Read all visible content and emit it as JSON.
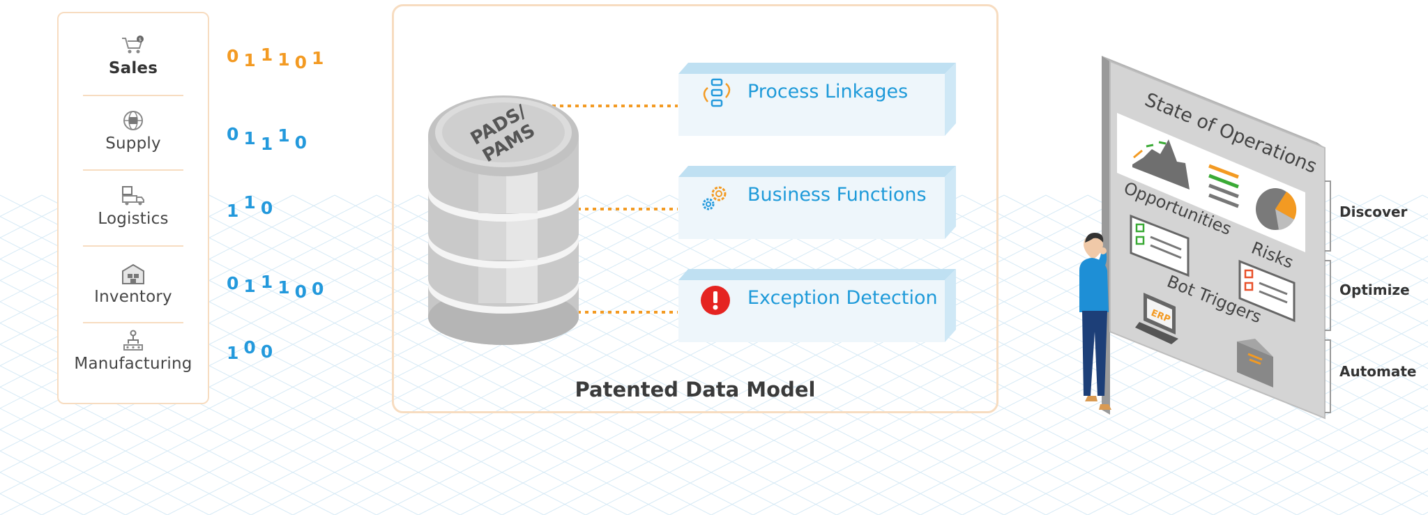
{
  "sources": {
    "items": [
      {
        "label": "Sales",
        "icon": "shopping-cart-icon"
      },
      {
        "label": "Supply",
        "icon": "supply-globe-icon"
      },
      {
        "label": "Logistics",
        "icon": "delivery-truck-icon"
      },
      {
        "label": "Inventory",
        "icon": "warehouse-icon"
      },
      {
        "label": "Manufacturing",
        "icon": "robot-arm-icon"
      }
    ]
  },
  "binary_streams": [
    {
      "digits": [
        "0",
        "1",
        "1",
        "1",
        "0",
        "1"
      ],
      "color": "#f39a22"
    },
    {
      "digits": [
        "0",
        "1",
        "1",
        "1",
        "0"
      ],
      "color": "#2399dc"
    },
    {
      "digits": [
        "1",
        "1",
        "0"
      ],
      "color": "#2399dc"
    },
    {
      "digits": [
        "0",
        "1",
        "1",
        "1",
        "0",
        "0"
      ],
      "color": "#2399dc"
    },
    {
      "digits": [
        "1",
        "0",
        "0"
      ],
      "color": "#2399dc"
    }
  ],
  "database": {
    "label_line1": "PADS/",
    "label_line2": "PAMS"
  },
  "features": [
    {
      "label": "Process Linkages",
      "icon": "process-linkage-icon"
    },
    {
      "label": "Business Functions",
      "icon": "gears-icon"
    },
    {
      "label": "Exception Detection",
      "icon": "exclamation-alert-icon"
    }
  ],
  "center_title": "Patented Data Model",
  "dashboard": {
    "title": "State of Operations",
    "opportunities": "Opportunities",
    "risks": "Risks",
    "bot_triggers": "Bot Triggers",
    "erp_label": "ERP"
  },
  "stages": [
    "Discover",
    "Optimize",
    "Automate"
  ],
  "colors": {
    "accent_orange": "#f39a22",
    "accent_blue": "#1e9ad9",
    "panel_border": "#f7dcc0",
    "alert_red": "#e52421"
  }
}
